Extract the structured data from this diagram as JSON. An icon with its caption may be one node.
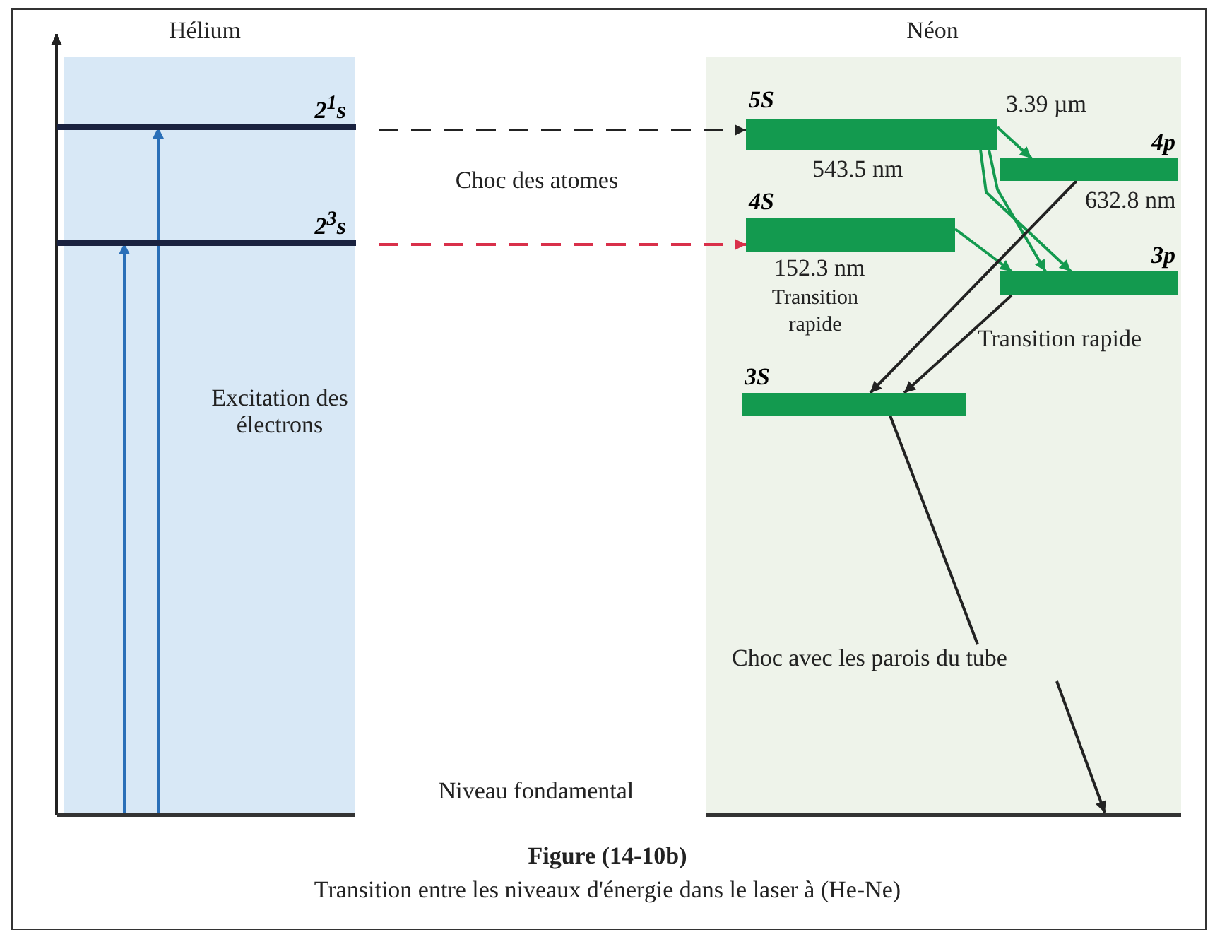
{
  "diagram": {
    "title": "Figure (14-10b)",
    "caption": "Transition entre les niveaux d'énergie dans le laser à (He-Ne)",
    "nodes": [
      {
        "text": [
          "2$^{1}$s"
        ]
      },
      {
        "text": [
          "2$^{3}$s"
        ]
      },
      {
        "text": [],
        "shape": "bar"
      },
      {
        "text": [
          "5S"
        ]
      },
      {
        "text": [
          "4S"
        ]
      },
      {
        "text": [
          "4p"
        ]
      },
      {
        "text": [
          "3p"
        ]
      },
      {
        "text": [
          "3S"
        ]
      },
      {
        "text": [
          "Choc avec les parois du tube"
        ]
      },
      {
        "text": [],
        "shape": "bar"
      }
    ],
    "edges": [
      {
        "from": 2,
        "to": 1,
        "arrow": "to",
        "color": "#2a6fb8"
      },
      {
        "from": 2,
        "to": 0,
        "arrow": "to",
        "color": "#2a6fb8"
      },
      {
        "from": 0,
        "to": 3,
        "arrow": "to",
        "style": "dashed"
      },
      {
        "from": 1,
        "to": 4,
        "arrow": "to",
        "style": "dashed",
        "color": "#d9304a"
      },
      {
        "from": 3,
        "to": 5,
        "arrow": "to",
        "color": "#139a4f"
      },
      {
        "from": 3,
        "to": 6,
        "arrow": "to",
        "color": "#139a4f"
      },
      {
        "from": 3,
        "to": 6,
        "arrow": "to",
        "color": "#139a4f"
      },
      {
        "from": 4,
        "to": 6,
        "arrow": "to",
        "color": "#139a4f"
      },
      {
        "from": 5,
        "to": 7,
        "arrow": "to"
      },
      {
        "from": 6,
        "to": 7,
        "arrow": "to"
      },
      {
        "from": 7,
        "to": 8,
        "arrow": "none"
      },
      {
        "from": 8,
        "to": 9,
        "arrow": "to"
      }
    ],
    "labels": [
      "Hélium",
      "Néon",
      "Choc des atomes",
      "3.39 µm",
      "543.5 nm",
      "632.8 nm",
      "152.3 nm",
      "Transition rapide",
      "Transition rapide",
      "Excitation des électrons",
      "Niveau fondamental"
    ]
  }
}
